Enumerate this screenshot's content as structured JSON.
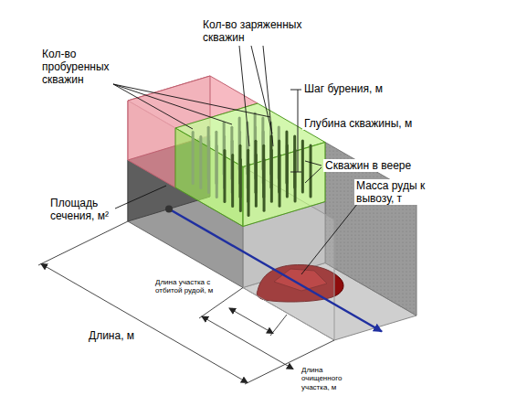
{
  "diagram": {
    "labels": [
      "Кол-во заряженных скважин",
      "Кол-во пробуренных скважин",
      "Шаг бурения, м",
      "Глубина скважины, м",
      "Скважин в веере",
      "Площадь сечения, м²",
      "Масса руды к вывозу, т",
      "Длина участка с отбитой рудой, м",
      "Длина очищенного участка, м",
      "Длина, м"
    ]
  }
}
